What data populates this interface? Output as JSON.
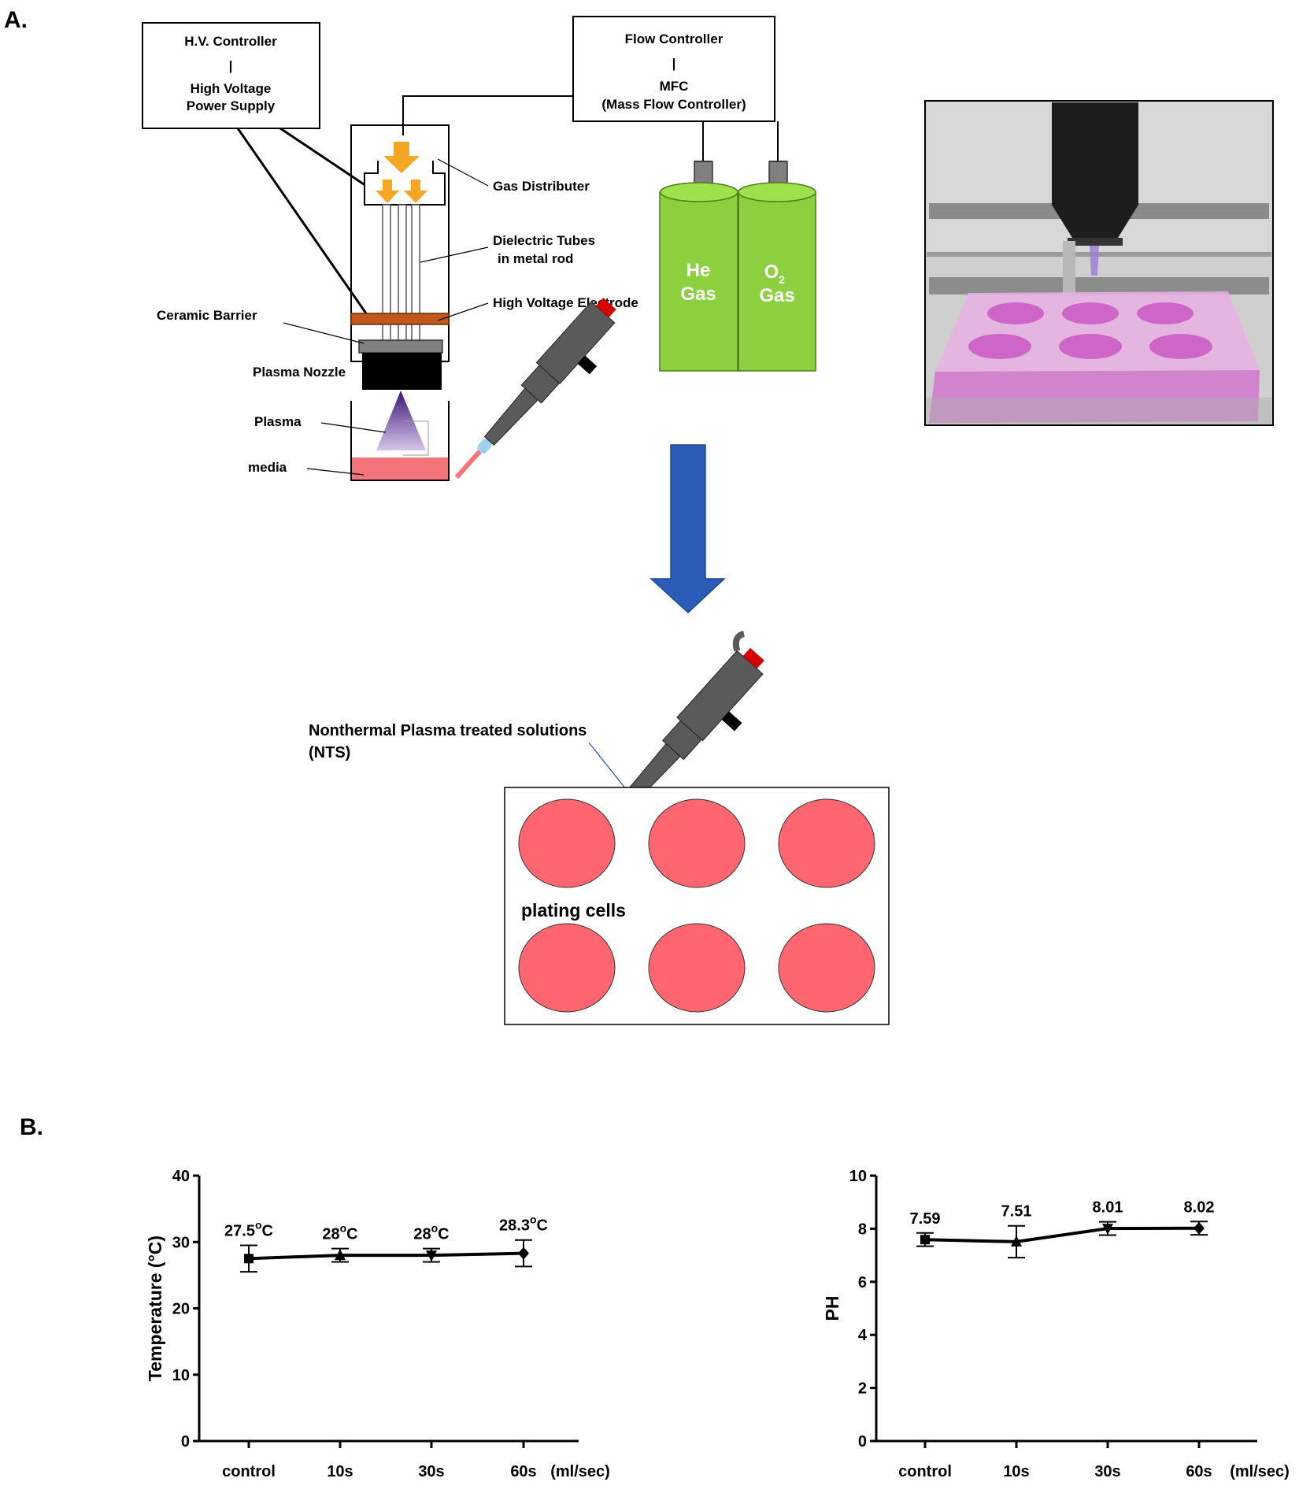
{
  "panel_a": {
    "label": "A.",
    "hv_box": {
      "line1": "H.V. Controller",
      "sep": "|",
      "line2": "High Voltage",
      "line3": "Power Supply"
    },
    "flow_box": {
      "line1": "Flow Controller",
      "sep": "|",
      "line2": "MFC",
      "line3": "(Mass Flow Controller)"
    },
    "labels": {
      "gas_distributer": "Gas Distributer",
      "dielectric_1": "Dielectric Tubes",
      "dielectric_2": "in metal rod",
      "hv_electrode": "High Voltage Electrode",
      "ceramic_barrier": "Ceramic Barrier",
      "plasma_nozzle": "Plasma Nozzle",
      "plasma": "Plasma",
      "media": "media"
    },
    "cylinders": [
      {
        "line1": "He",
        "line2": "Gas"
      },
      {
        "line1": "O",
        "sub": "2",
        "line2": "Gas"
      }
    ],
    "nts_1": "Nonthermal Plasma treated solutions",
    "nts_2": "(NTS)",
    "plating": "plating cells",
    "colors": {
      "cylinder": "#8ccf3f",
      "media": "#f4747c",
      "well": "#ff6670",
      "arrow": "#2b5db8",
      "gas_arrow": "#f5a623",
      "barrier": "#c0581c",
      "plasma": "#6a2fa0"
    }
  },
  "panel_b": {
    "label": "B.",
    "charts": [
      {
        "type": "line",
        "ylabel": "Temperature (°C)",
        "ylim": [
          0,
          40
        ],
        "yticks": [
          "0",
          "10",
          "20",
          "30",
          "40"
        ],
        "categories": [
          "control",
          "10s",
          "30s",
          "60s"
        ],
        "unit": "(ml/sec)",
        "values": [
          27.5,
          28.0,
          28.0,
          28.3
        ],
        "errors": [
          2.0,
          1.0,
          1.0,
          2.0
        ],
        "markers": [
          "square",
          "triangle-up",
          "triangle-down",
          "diamond"
        ],
        "annotations": [
          {
            "base": "27.5",
            "sup": "o",
            "tail": "C"
          },
          {
            "base": "28",
            "sup": "o",
            "tail": "C"
          },
          {
            "base": "28",
            "sup": "o",
            "tail": "C"
          },
          {
            "base": "28.3",
            "sup": "o",
            "tail": "C"
          }
        ]
      },
      {
        "type": "line",
        "ylabel": "PH",
        "ylim": [
          0,
          10
        ],
        "yticks": [
          "0",
          "2",
          "4",
          "6",
          "8",
          "10"
        ],
        "categories": [
          "control",
          "10s",
          "30s",
          "60s"
        ],
        "unit": "(ml/sec)",
        "values": [
          7.59,
          7.51,
          8.01,
          8.02
        ],
        "errors": [
          0.25,
          0.6,
          0.25,
          0.25
        ],
        "markers": [
          "square",
          "triangle-up",
          "triangle-down",
          "diamond"
        ],
        "annotations": [
          {
            "base": "7.59",
            "sup": "",
            "tail": ""
          },
          {
            "base": "7.51",
            "sup": "",
            "tail": ""
          },
          {
            "base": "8.01",
            "sup": "",
            "tail": ""
          },
          {
            "base": "8.02",
            "sup": "",
            "tail": ""
          }
        ]
      }
    ]
  }
}
